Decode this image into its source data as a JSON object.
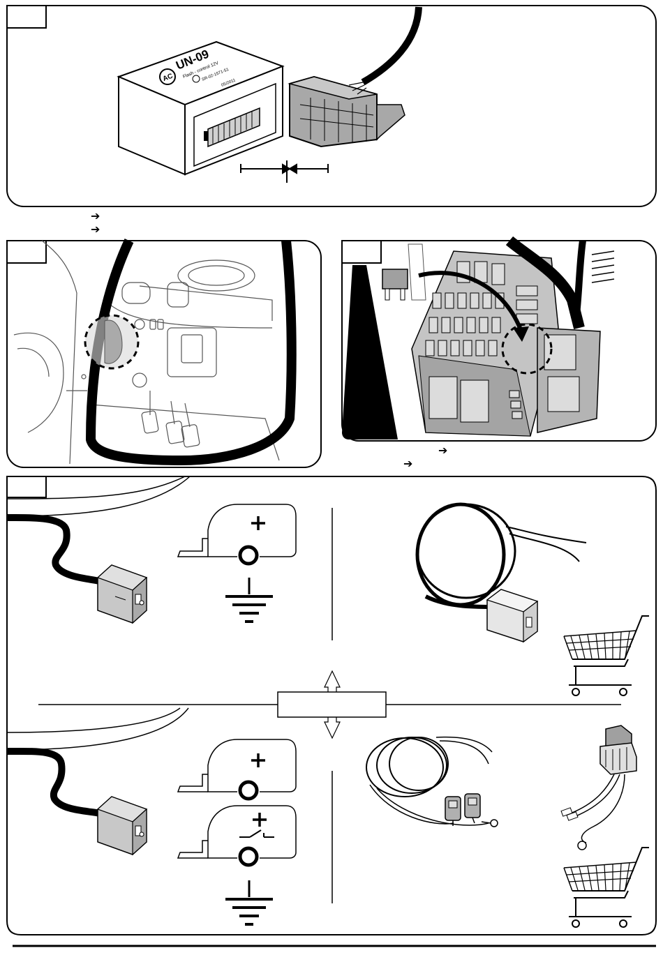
{
  "module": {
    "title": "UN-09",
    "logo": "AC",
    "line1": "Flash - control 12V",
    "line2": "SR-02-1571-51",
    "line3": "05/2011"
  },
  "icons": {
    "arrow_glyph": "➔",
    "colors": {
      "stroke": "#000000",
      "fill_gray": "#b8b8b8",
      "light_gray": "#e2e2e2"
    }
  }
}
